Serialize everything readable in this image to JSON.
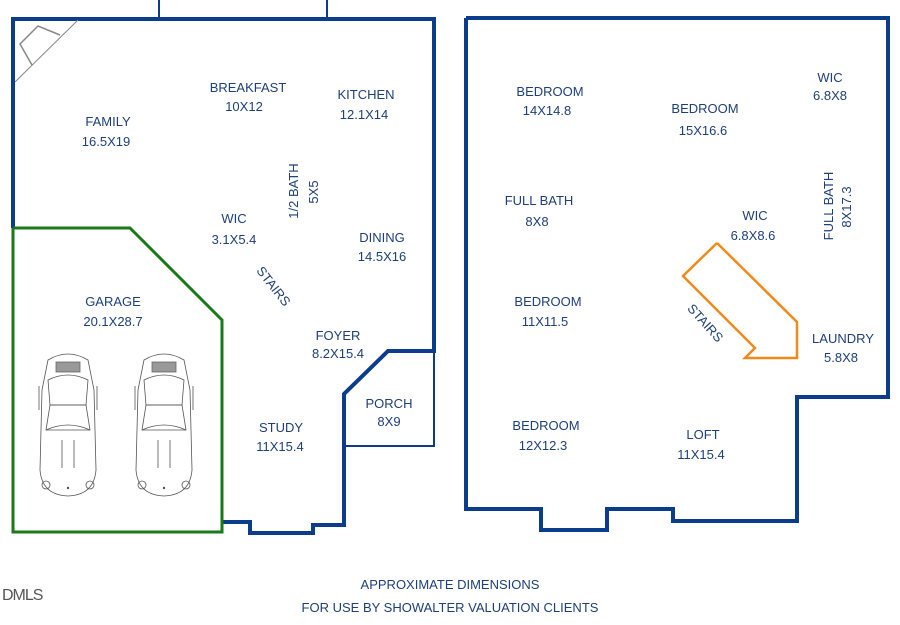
{
  "colors": {
    "wall": "#0b3d8c",
    "garage_wall": "#1a7a1a",
    "stairs_upper": "#f08a1c",
    "label": "#1f3f7a",
    "fixture": "#888888"
  },
  "first_floor": {
    "rooms": [
      {
        "name": "FAMILY",
        "dims": "16.5X19"
      },
      {
        "name": "BREAKFAST",
        "dims": "10X12"
      },
      {
        "name": "KITCHEN",
        "dims": "12.1X14"
      },
      {
        "name": "1/2 BATH",
        "dims": "5X5"
      },
      {
        "name": "WIC",
        "dims": "3.1X5.4"
      },
      {
        "name": "DINING",
        "dims": "14.5X16"
      },
      {
        "name": "STAIRS",
        "dims": ""
      },
      {
        "name": "GARAGE",
        "dims": "20.1X28.7"
      },
      {
        "name": "FOYER",
        "dims": "8.2X15.4"
      },
      {
        "name": "PORCH",
        "dims": "8X9"
      },
      {
        "name": "STUDY",
        "dims": "11X15.4"
      }
    ]
  },
  "second_floor": {
    "rooms": [
      {
        "name": "BEDROOM",
        "dims": "14X14.8"
      },
      {
        "name": "BEDROOM",
        "dims": "15X16.6"
      },
      {
        "name": "WIC",
        "dims": "6.8X8"
      },
      {
        "name": "FULL BATH",
        "dims": "8X8"
      },
      {
        "name": "WIC",
        "dims": "6.8X8.6"
      },
      {
        "name": "FULL BATH",
        "dims": "8X17.3"
      },
      {
        "name": "BEDROOM",
        "dims": "11X11.5"
      },
      {
        "name": "STAIRS",
        "dims": ""
      },
      {
        "name": "LAUNDRY",
        "dims": "5.8X8"
      },
      {
        "name": "BEDROOM",
        "dims": "12X12.3"
      },
      {
        "name": "LOFT",
        "dims": "11X15.4"
      }
    ]
  },
  "footer": {
    "line1": "APPROXIMATE DIMENSIONS",
    "line2": "FOR USE BY SHOWALTER VALUATION CLIENTS"
  },
  "watermark": "DMLS"
}
